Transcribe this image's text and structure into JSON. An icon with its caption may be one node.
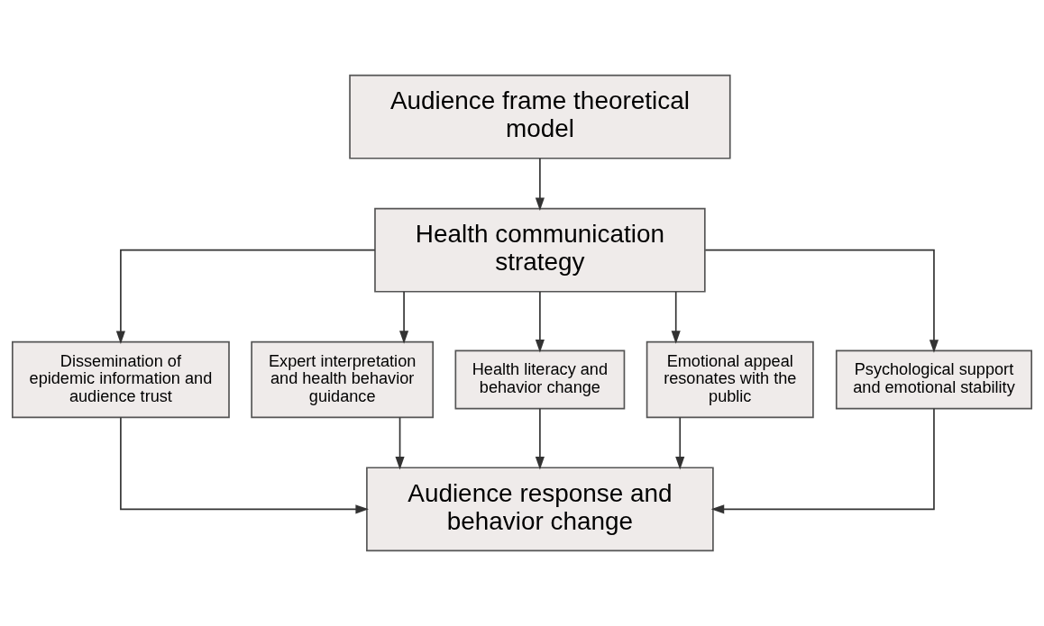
{
  "diagram": {
    "nodes": [
      {
        "text": [
          "Audience frame theoretical model"
        ]
      },
      {
        "text": [
          "Health communication strategy"
        ]
      },
      {
        "text": [
          "Dissemination of epidemic information and audience trust"
        ]
      },
      {
        "text": [
          "Expert interpretation and health behavior guidance"
        ]
      },
      {
        "text": [
          "Health literacy and behavior change"
        ]
      },
      {
        "text": [
          "Emotional appeal resonates with the public"
        ]
      },
      {
        "text": [
          "Psychological support and emotional stability"
        ]
      },
      {
        "text": [
          "Audience response and behavior change"
        ]
      }
    ],
    "edges": [
      {
        "from": 0,
        "to": 1,
        "arrow": "to"
      },
      {
        "from": 1,
        "to": 2,
        "arrow": "to"
      },
      {
        "from": 1,
        "to": 3,
        "arrow": "to"
      },
      {
        "from": 1,
        "to": 4,
        "arrow": "to"
      },
      {
        "from": 1,
        "to": 5,
        "arrow": "to"
      },
      {
        "from": 1,
        "to": 6,
        "arrow": "to"
      },
      {
        "from": 2,
        "to": 7,
        "arrow": "to"
      },
      {
        "from": 3,
        "to": 7,
        "arrow": "to"
      },
      {
        "from": 4,
        "to": 7,
        "arrow": "to"
      },
      {
        "from": 5,
        "to": 7,
        "arrow": "to"
      },
      {
        "from": 6,
        "to": 7,
        "arrow": "to"
      }
    ]
  }
}
